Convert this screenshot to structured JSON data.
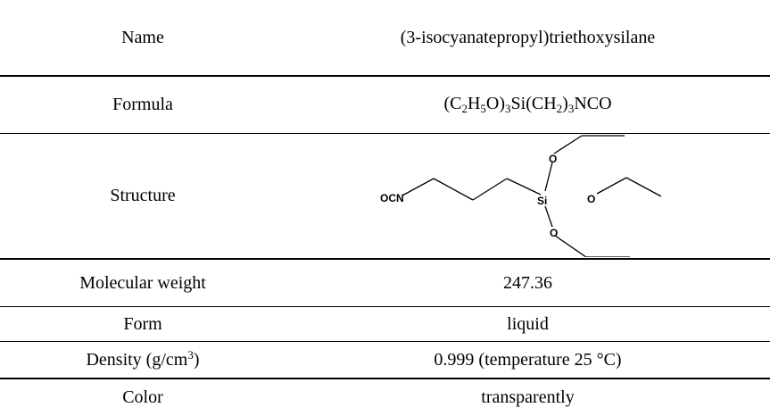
{
  "rows": [
    {
      "label": "Name",
      "value": "(3-isocyanatepropyl)triethoxysilane"
    },
    {
      "label": "Formula",
      "value_parts": [
        "(C",
        "2",
        "H",
        "5",
        "O)",
        "3",
        "Si(CH",
        "2",
        ")",
        "3",
        "NCO"
      ]
    },
    {
      "label": "Structure",
      "atoms": {
        "ocn": "OCN",
        "si": "Si",
        "o": "O"
      }
    },
    {
      "label": "Molecular weight",
      "value": "247.36"
    },
    {
      "label": "Form",
      "value": "liquid"
    },
    {
      "label_parts": [
        "Density (g/cm",
        "3",
        ")"
      ],
      "value": "0.999 (temperature 25 °C)"
    },
    {
      "label": "Color",
      "value": "transparently"
    }
  ]
}
